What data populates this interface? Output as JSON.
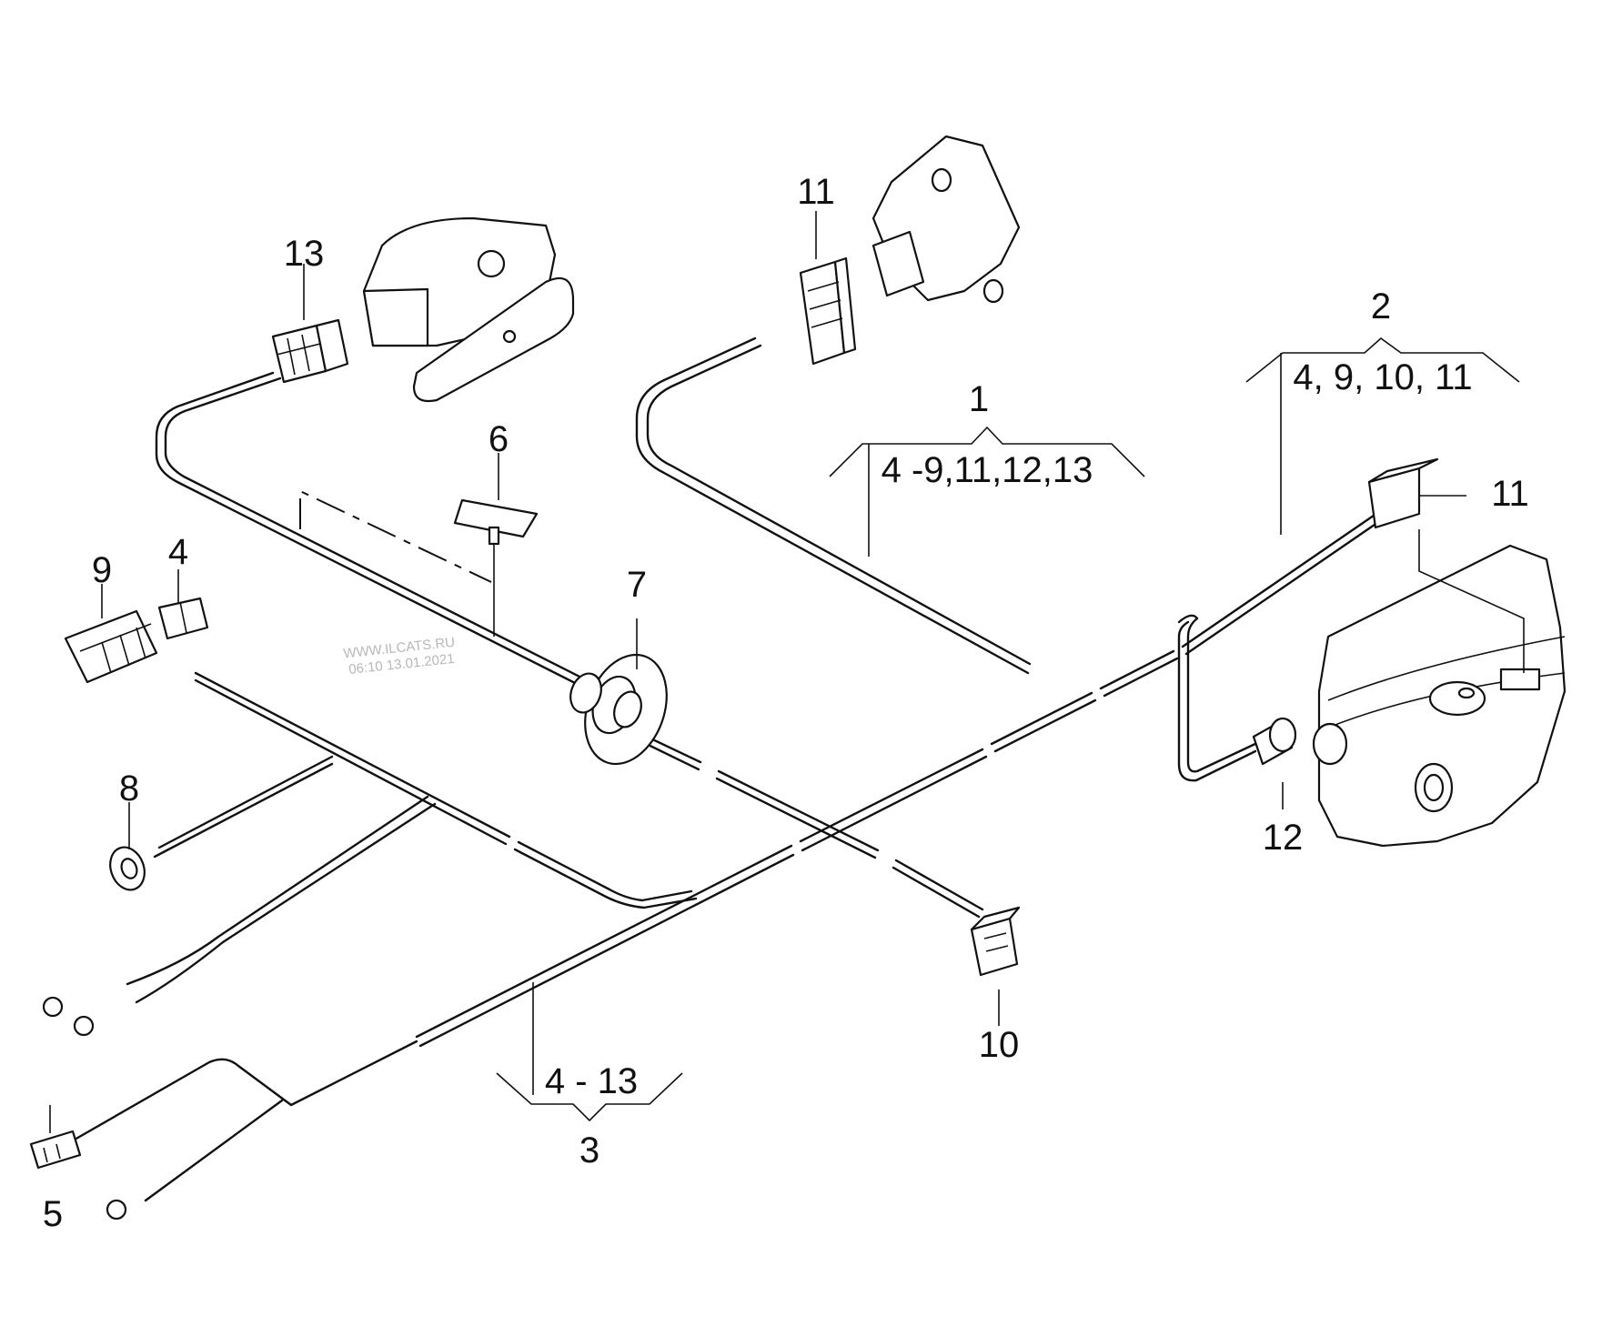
{
  "callouts": {
    "c1": "1",
    "c2": "2",
    "c3": "3",
    "c4": "4",
    "c5": "5",
    "c6": "6",
    "c7": "7",
    "c8": "8",
    "c9": "9",
    "c10": "10",
    "c11a": "11",
    "c11b": "11",
    "c12": "12",
    "c13": "13"
  },
  "groups": {
    "g1": "4 -9,11,12,13",
    "g2": "4, 9, 10, 11",
    "g3": "4 - 13"
  },
  "watermark": {
    "line1": "WWW.ILCATS.RU",
    "line2": "06:10 13.01.2021"
  }
}
